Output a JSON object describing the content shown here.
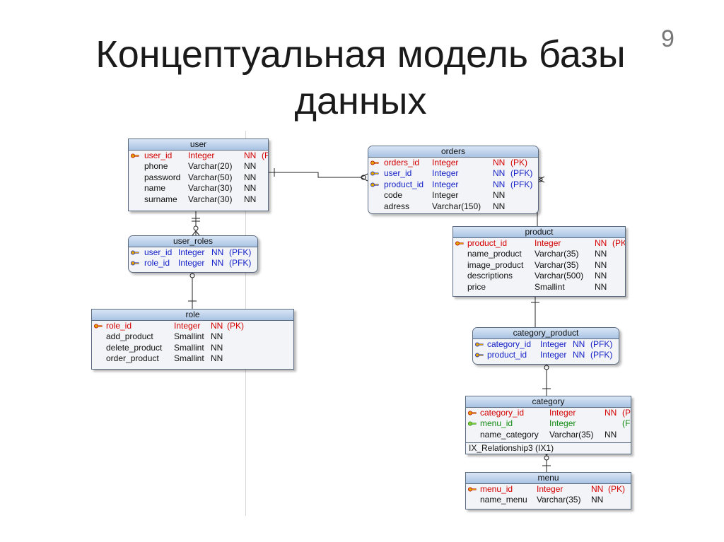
{
  "slide": {
    "title": "Концептуальная модель базы данных",
    "page_number": "9"
  },
  "entities": {
    "user": {
      "name": "user",
      "rows": [
        {
          "field": "user_id",
          "type": "Integer",
          "nn": "NN",
          "key": "(PK)",
          "color": "red",
          "icon": "pk"
        },
        {
          "field": "phone",
          "type": "Varchar(20)",
          "nn": "NN",
          "key": "",
          "color": "black",
          "icon": ""
        },
        {
          "field": "password",
          "type": "Varchar(50)",
          "nn": "NN",
          "key": "",
          "color": "black",
          "icon": ""
        },
        {
          "field": "name",
          "type": "Varchar(30)",
          "nn": "NN",
          "key": "",
          "color": "black",
          "icon": ""
        },
        {
          "field": "surname",
          "type": "Varchar(30)",
          "nn": "NN",
          "key": "",
          "color": "black",
          "icon": ""
        }
      ]
    },
    "user_roles": {
      "name": "user_roles",
      "rows": [
        {
          "field": "user_id",
          "type": "Integer",
          "nn": "NN",
          "key": "(PFK)",
          "color": "blue",
          "icon": "pfk"
        },
        {
          "field": "role_id",
          "type": "Integer",
          "nn": "NN",
          "key": "(PFK)",
          "color": "blue",
          "icon": "pfk"
        }
      ]
    },
    "role": {
      "name": "role",
      "rows": [
        {
          "field": "role_id",
          "type": "Integer",
          "nn": "NN",
          "key": "(PK)",
          "color": "red",
          "icon": "pk"
        },
        {
          "field": "add_product",
          "type": "Smallint",
          "nn": "NN",
          "key": "",
          "color": "black",
          "icon": ""
        },
        {
          "field": "delete_product",
          "type": "Smallint",
          "nn": "NN",
          "key": "",
          "color": "black",
          "icon": ""
        },
        {
          "field": "order_product",
          "type": "Smallint",
          "nn": "NN",
          "key": "",
          "color": "black",
          "icon": ""
        }
      ]
    },
    "orders": {
      "name": "orders",
      "rows": [
        {
          "field": "orders_id",
          "type": "Integer",
          "nn": "NN",
          "key": "(PK)",
          "color": "red",
          "icon": "pk"
        },
        {
          "field": "user_id",
          "type": "Integer",
          "nn": "NN",
          "key": "(PFK)",
          "color": "blue",
          "icon": "pfk"
        },
        {
          "field": "product_id",
          "type": "Integer",
          "nn": "NN",
          "key": "(PFK)",
          "color": "blue",
          "icon": "pfk"
        },
        {
          "field": "code",
          "type": "Integer",
          "nn": "NN",
          "key": "",
          "color": "black",
          "icon": ""
        },
        {
          "field": "adress",
          "type": "Varchar(150)",
          "nn": "NN",
          "key": "",
          "color": "black",
          "icon": ""
        }
      ]
    },
    "product": {
      "name": "product",
      "rows": [
        {
          "field": "product_id",
          "type": "Integer",
          "nn": "NN",
          "key": "(PK)",
          "color": "red",
          "icon": "pk"
        },
        {
          "field": "name_product",
          "type": "Varchar(35)",
          "nn": "NN",
          "key": "",
          "color": "black",
          "icon": ""
        },
        {
          "field": "image_product",
          "type": "Varchar(35)",
          "nn": "NN",
          "key": "",
          "color": "black",
          "icon": ""
        },
        {
          "field": "descriptions",
          "type": "Varchar(500)",
          "nn": "NN",
          "key": "",
          "color": "black",
          "icon": ""
        },
        {
          "field": "price",
          "type": "Smallint",
          "nn": "NN",
          "key": "",
          "color": "black",
          "icon": ""
        }
      ]
    },
    "category_product": {
      "name": "category_product",
      "rows": [
        {
          "field": "category_id",
          "type": "Integer",
          "nn": "NN",
          "key": "(PFK)",
          "color": "blue",
          "icon": "pfk"
        },
        {
          "field": "product_id",
          "type": "Integer",
          "nn": "NN",
          "key": "(PFK)",
          "color": "blue",
          "icon": "pfk"
        }
      ]
    },
    "category": {
      "name": "category",
      "rows": [
        {
          "field": "category_id",
          "type": "Integer",
          "nn": "NN",
          "key": "(PK)",
          "color": "red",
          "icon": "pk"
        },
        {
          "field": "menu_id",
          "type": "Integer",
          "nn": "",
          "key": "(FK)",
          "color": "green",
          "icon": "fk"
        },
        {
          "field": "name_category",
          "type": "Varchar(35)",
          "nn": "NN",
          "key": "",
          "color": "black",
          "icon": ""
        }
      ],
      "index": "IX_Relationship3 (IX1)"
    },
    "menu": {
      "name": "menu",
      "rows": [
        {
          "field": "menu_id",
          "type": "Integer",
          "nn": "NN",
          "key": "(PK)",
          "color": "red",
          "icon": "pk"
        },
        {
          "field": "name_menu",
          "type": "Varchar(35)",
          "nn": "NN",
          "key": "",
          "color": "black",
          "icon": ""
        }
      ]
    }
  },
  "colors": {
    "primary_key": "#d40000",
    "primary_foreign_key": "#1622c8",
    "foreign_key": "#138a13",
    "header_gradient_top": "#d9e6f6",
    "header_gradient_bottom": "#a9c3e3",
    "border": "#5a6a80"
  },
  "icons": {
    "pk": "key-icon",
    "pfk": "key-icon",
    "fk": "key-icon"
  }
}
